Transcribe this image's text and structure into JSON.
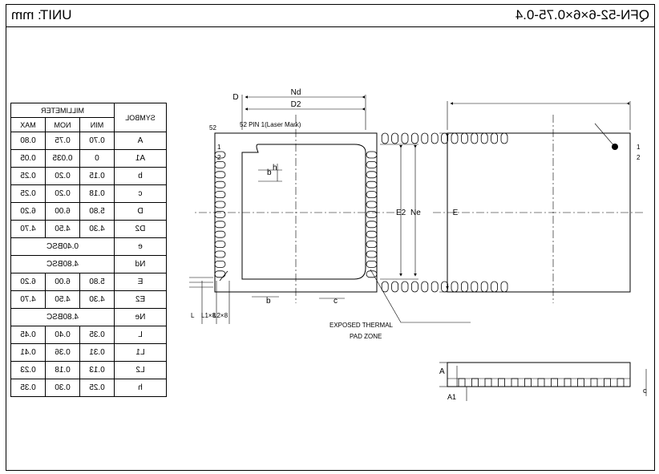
{
  "header": {
    "title": "QFN-52-6×6×0.75-0.4",
    "unit": "UNIT: mm"
  },
  "table": {
    "symbol_header": "SYMBOL",
    "group_header": "MILLIMETER",
    "sub_headers": [
      "MIN",
      "NOM",
      "MAX"
    ],
    "rows": [
      {
        "symbol": "A",
        "min": "0.70",
        "nom": "0.75",
        "max": "0.80"
      },
      {
        "symbol": "A1",
        "min": "0",
        "nom": "0.035",
        "max": "0.05"
      },
      {
        "symbol": "b",
        "min": "0.15",
        "nom": "0.20",
        "max": "0.25"
      },
      {
        "symbol": "c",
        "min": "0.18",
        "nom": "0.20",
        "max": "0.25"
      },
      {
        "symbol": "D",
        "min": "5.80",
        "nom": "6.00",
        "max": "6.20"
      },
      {
        "symbol": "D2",
        "min": "4.30",
        "nom": "4.50",
        "max": "4.70"
      },
      {
        "symbol": "e",
        "merged": "0.40BSC"
      },
      {
        "symbol": "Nd",
        "merged": "4.80BSC"
      },
      {
        "symbol": "E",
        "min": "5.80",
        "nom": "6.00",
        "max": "6.20"
      },
      {
        "symbol": "E2",
        "min": "4.30",
        "nom": "4.50",
        "max": "4.70"
      },
      {
        "symbol": "Ne",
        "merged": "4.80BSC"
      },
      {
        "symbol": "L",
        "min": "0.35",
        "nom": "0.40",
        "max": "0.45"
      },
      {
        "symbol": "L1",
        "min": "0.31",
        "nom": "0.36",
        "max": "0.41"
      },
      {
        "symbol": "L2",
        "min": "0.13",
        "nom": "0.18",
        "max": "0.23"
      },
      {
        "symbol": "h",
        "min": "0.25",
        "nom": "0.30",
        "max": "0.35"
      }
    ]
  },
  "top_view": {
    "label_d": "D",
    "label_e": "E",
    "pin_note": "52 PIN 1(Laser Mark)",
    "pin_num_1": "1",
    "pin_num_2": "2"
  },
  "bottom_view": {
    "label_nd": "Nd",
    "label_d2": "D2",
    "label_ne": "Ne",
    "label_e2": "E2",
    "label_b": "b",
    "label_c": "c",
    "label_h": "h",
    "label_l": "L",
    "label_l1x8": "L1×8",
    "label_l2x8": "L2×8",
    "pin_52": "52",
    "pin_1": "1",
    "pin_2": "2",
    "thermal_line1": "EXPOSED THERMAL",
    "thermal_line2": "PAD ZONE"
  },
  "side_view": {
    "label_a": "A",
    "label_a1": "A1",
    "label_c": "c"
  }
}
